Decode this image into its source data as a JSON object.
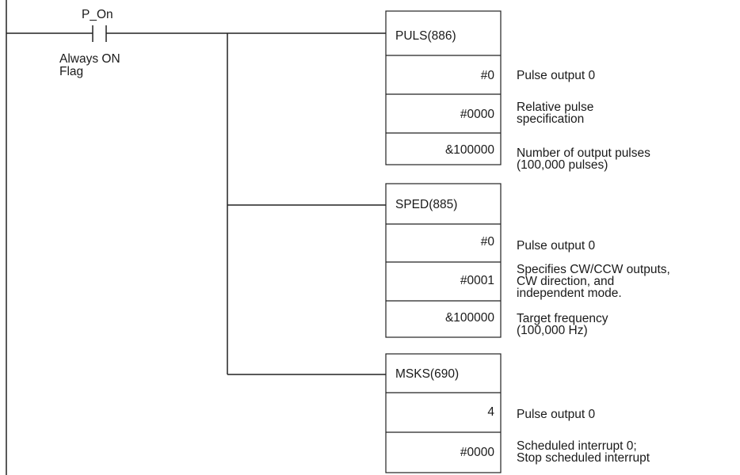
{
  "contact": {
    "label": "P_On",
    "comment_line1": "Always ON",
    "comment_line2": "Flag"
  },
  "blocks": [
    {
      "name": "PULS(886)",
      "operands": [
        {
          "value": "#0",
          "comment": [
            "Pulse output 0"
          ]
        },
        {
          "value": "#0000",
          "comment": [
            "Relative pulse",
            "specification"
          ]
        },
        {
          "value": "&100000",
          "comment": [
            "Number of output pulses",
            "(100,000 pulses)"
          ]
        }
      ]
    },
    {
      "name": "SPED(885)",
      "operands": [
        {
          "value": "#0",
          "comment": [
            "Pulse output 0"
          ]
        },
        {
          "value": "#0001",
          "comment": [
            "Specifies CW/CCW outputs,",
            "CW direction, and",
            "independent mode."
          ]
        },
        {
          "value": "&100000",
          "comment": [
            "Target frequency",
            "(100,000 Hz)"
          ]
        }
      ]
    },
    {
      "name": "MSKS(690)",
      "operands": [
        {
          "value": "4",
          "comment": [
            "Pulse output 0"
          ]
        },
        {
          "value": "#0000",
          "comment": [
            "Scheduled interrupt 0;",
            "Stop scheduled interrupt"
          ]
        }
      ]
    }
  ]
}
